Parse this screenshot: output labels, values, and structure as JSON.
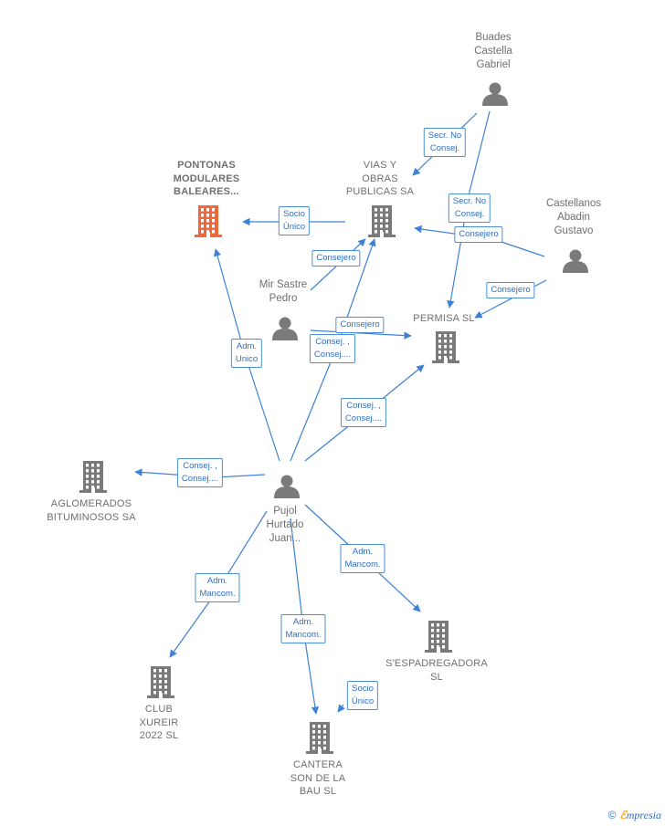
{
  "colors": {
    "edge": "#3d82d6",
    "person_icon": "#7a7a7a",
    "building_icon": "#7a7a7a",
    "building_highlight": "#f0673a"
  },
  "nodes": {
    "buades": {
      "type": "person",
      "label": "Buades\nCastella\nGabriel",
      "icon": "person-icon"
    },
    "castellanos": {
      "type": "person",
      "label": "Castellanos\nAbadin\nGustavo",
      "icon": "person-icon"
    },
    "mir": {
      "type": "person",
      "label": "Mir Sastre\nPedro",
      "icon": "person-icon"
    },
    "pujol": {
      "type": "person",
      "label": "Pujol\nHurtado\nJuan...",
      "icon": "person-icon"
    },
    "pontonas": {
      "type": "company",
      "label": "PONTONAS\nMODULARES\nBALEARES...",
      "icon": "building-icon",
      "highlight": true
    },
    "vias": {
      "type": "company",
      "label": "VIAS Y\nOBRAS\nPUBLICAS SA",
      "icon": "building-icon"
    },
    "permisa": {
      "type": "company",
      "label": "PERMISA  SL",
      "icon": "building-icon"
    },
    "aglomerados": {
      "type": "company",
      "label": "AGLOMERADOS\nBITUMINOSOS SA",
      "icon": "building-icon"
    },
    "espadregadora": {
      "type": "company",
      "label": "S'ESPADREGADORA\nSL",
      "icon": "building-icon"
    },
    "club": {
      "type": "company",
      "label": "CLUB\nXUREIR\n2022  SL",
      "icon": "building-icon"
    },
    "cantera": {
      "type": "company",
      "label": "CANTERA\nSON DE LA\nBAU  SL",
      "icon": "building-icon"
    }
  },
  "edges": [
    {
      "from": "buades",
      "to": "vias",
      "label": "Secr.  No\nConsej."
    },
    {
      "from": "buades",
      "to": "permisa",
      "label": "Secr.  No\nConsej."
    },
    {
      "from": "vias",
      "to": "pontonas",
      "label": "Socio\nÚnico"
    },
    {
      "from": "castellanos",
      "to": "vias",
      "label": "Consejero"
    },
    {
      "from": "castellanos",
      "to": "permisa",
      "label": "Consejero"
    },
    {
      "from": "mir",
      "to": "vias",
      "label": "Consejero"
    },
    {
      "from": "mir",
      "to": "permisa",
      "label": "Consejero"
    },
    {
      "from": "pujol",
      "to": "pontonas",
      "label": "Adm.\nUnico"
    },
    {
      "from": "pujol",
      "to": "vias",
      "label": "Consej. ,\nConsej...."
    },
    {
      "from": "pujol",
      "to": "permisa",
      "label": "Consej. ,\nConsej...."
    },
    {
      "from": "pujol",
      "to": "aglomerados",
      "label": "Consej. ,\nConsej...."
    },
    {
      "from": "pujol",
      "to": "espadregadora",
      "label": "Adm.\nMancom."
    },
    {
      "from": "pujol",
      "to": "club",
      "label": "Adm.\nMancom."
    },
    {
      "from": "pujol",
      "to": "cantera",
      "label": "Adm.\nMancom."
    },
    {
      "from": "espadregadora",
      "to": "cantera",
      "label": "Socio\nÚnico"
    }
  ],
  "footer": {
    "copyright": "©",
    "brand_first": "ℰ",
    "brand_rest": "mpresia"
  }
}
